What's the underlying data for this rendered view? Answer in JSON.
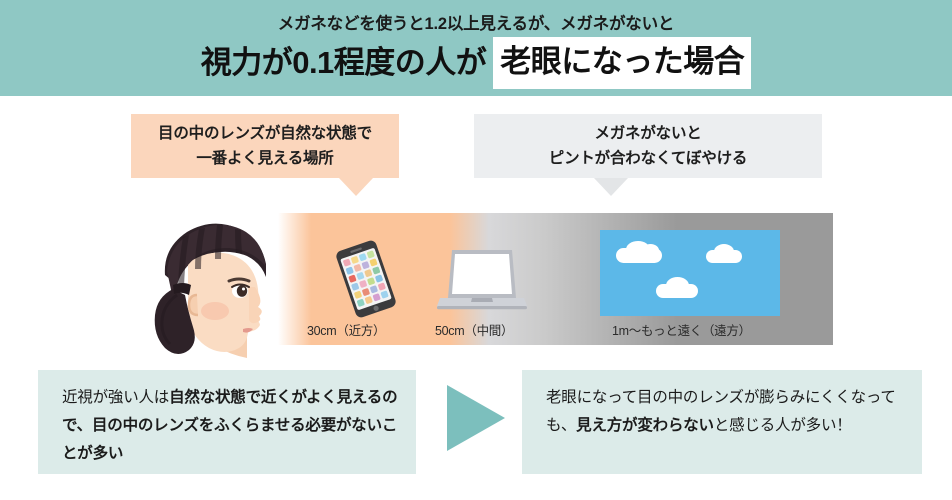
{
  "header": {
    "subtitle": "メガネなどを使うと1.2以上見えるが、メガネがないと",
    "title_plain": "視力が0.1程度の人が",
    "title_highlight": "老眼になった場合",
    "band_color": "#8fc8c4",
    "highlight_bg": "#ffffff"
  },
  "callouts": {
    "left": {
      "line1": "目の中のレンズが自然な状態で",
      "line2": "一番よく見える場所",
      "bg_color": "#fbd6bc"
    },
    "right": {
      "line1": "メガネがないと",
      "line2": "ピントが合わなくてぼやけるｰ",
      "line2_text": "ピントが合わなくてぼやける",
      "bg_color": "#eceef0"
    }
  },
  "scene": {
    "person_icon": "woman-profile-icon",
    "devices": [
      {
        "icon": "smartphone-icon",
        "label": "30cm（近方）"
      },
      {
        "icon": "laptop-icon",
        "label": "50cm（中間）"
      },
      {
        "icon": "blue-sky-clouds-icon",
        "label": "1m〜もっと遠く（遠方）"
      }
    ],
    "gradient_from": "#fbc49a",
    "gradient_to": "#9a9a9a",
    "sky_color": "#5cb8e8"
  },
  "bottom": {
    "left": {
      "plain_1": "近視が強い人は",
      "bold_1": "自然な状態で近くがよく見えるので、目の中のレンズをふくらませる必要がないことが多い",
      "bg_color": "#dcebe9"
    },
    "right": {
      "plain_1": "老眼になって目の中のレンズが膨らみにくくなっても、",
      "bold_1": "見え方が変わらない",
      "plain_2": "と感じる人が多い！",
      "bg_color": "#dcebe9"
    },
    "arrow_icon": "triangle-right-arrow-icon",
    "arrow_color": "#7cbfbd"
  }
}
